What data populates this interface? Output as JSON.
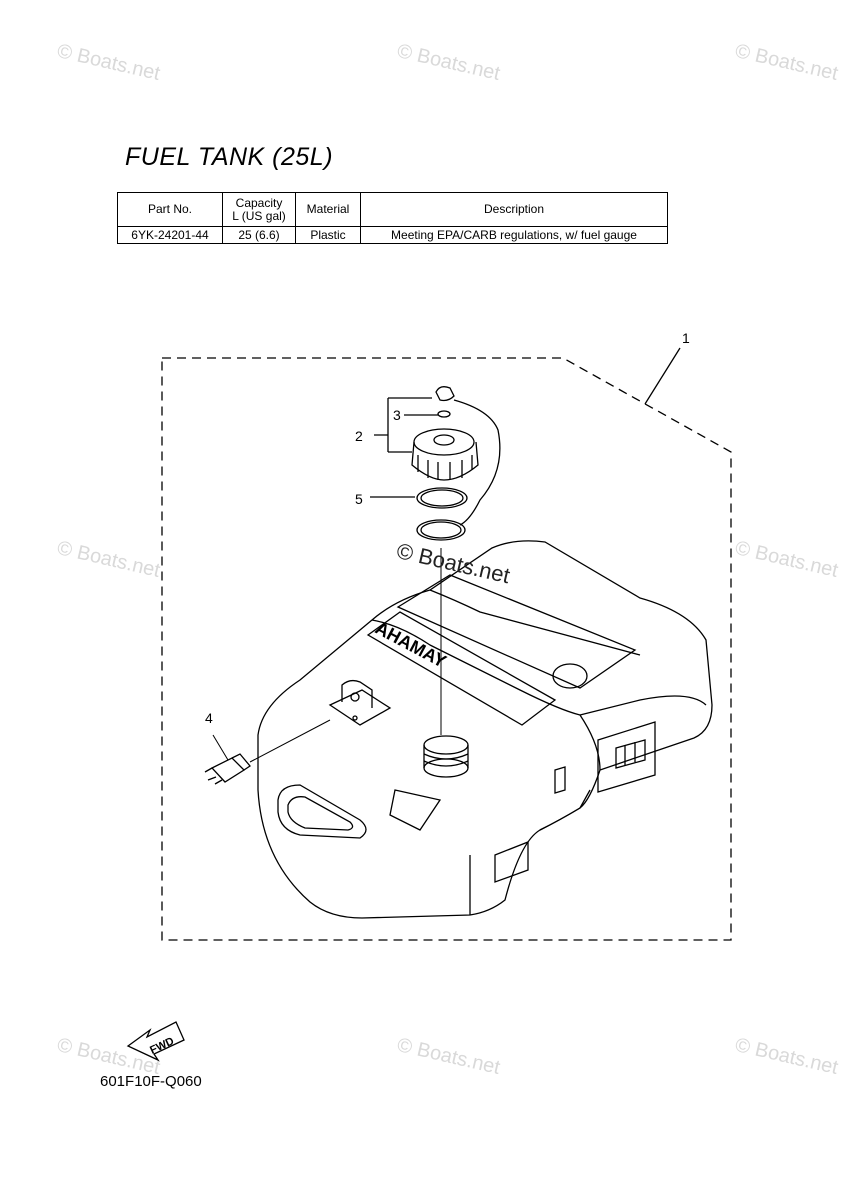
{
  "title": "FUEL TANK (25L)",
  "table": {
    "headers": [
      "Part No.",
      "Capacity\nL (US gal)",
      "Material",
      "Description"
    ],
    "rows": [
      [
        "6YK-24201-44",
        "25 (6.6)",
        "Plastic",
        "Meeting EPA/CARB regulations, w/ fuel gauge"
      ]
    ]
  },
  "watermark": "© Boats.net",
  "callouts": [
    "1",
    "2",
    "3",
    "4",
    "5"
  ],
  "fwd_label": "FWD",
  "tank_logo": "YAMAHA",
  "figure_code": "601F10F-Q060"
}
